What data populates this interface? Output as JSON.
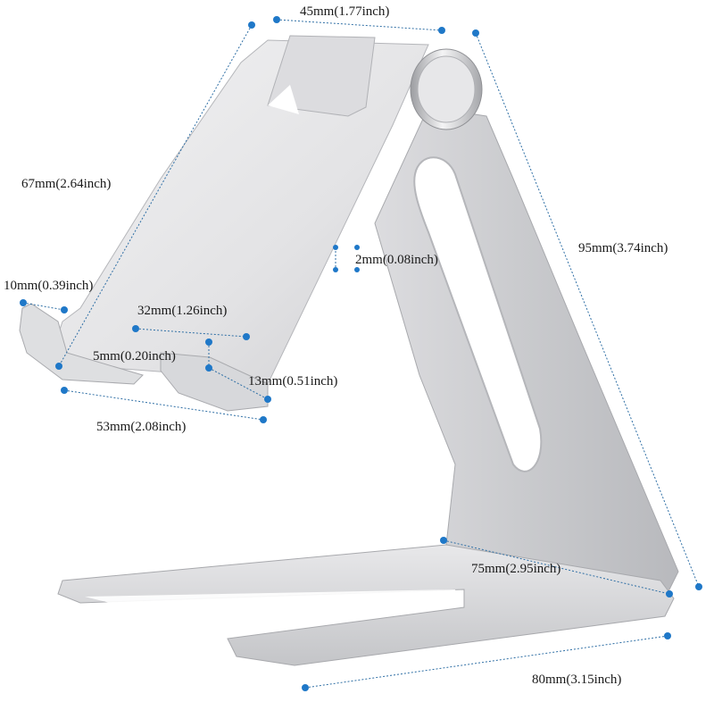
{
  "product": "aluminum-tablet-stand",
  "dimensions": {
    "top_width": "45mm(1.77inch)",
    "back_length": "67mm(2.64inch)",
    "height": "95mm(3.74inch)",
    "thickness": "2mm(0.08inch)",
    "lip_depth": "10mm(0.39inch)",
    "slot_width": "32mm(1.26inch)",
    "slot_gap": "5mm(0.20inch)",
    "hook_height": "13mm(0.51inch)",
    "holder_width": "53mm(2.08inch)",
    "base_depth": "75mm(2.95inch)",
    "base_width": "80mm(3.15inch)"
  },
  "colors": {
    "annotation": "#1f78c8",
    "metal_light": "#e9e9eb",
    "metal_mid": "#cfd0d3",
    "metal_dark": "#a9aaae"
  }
}
